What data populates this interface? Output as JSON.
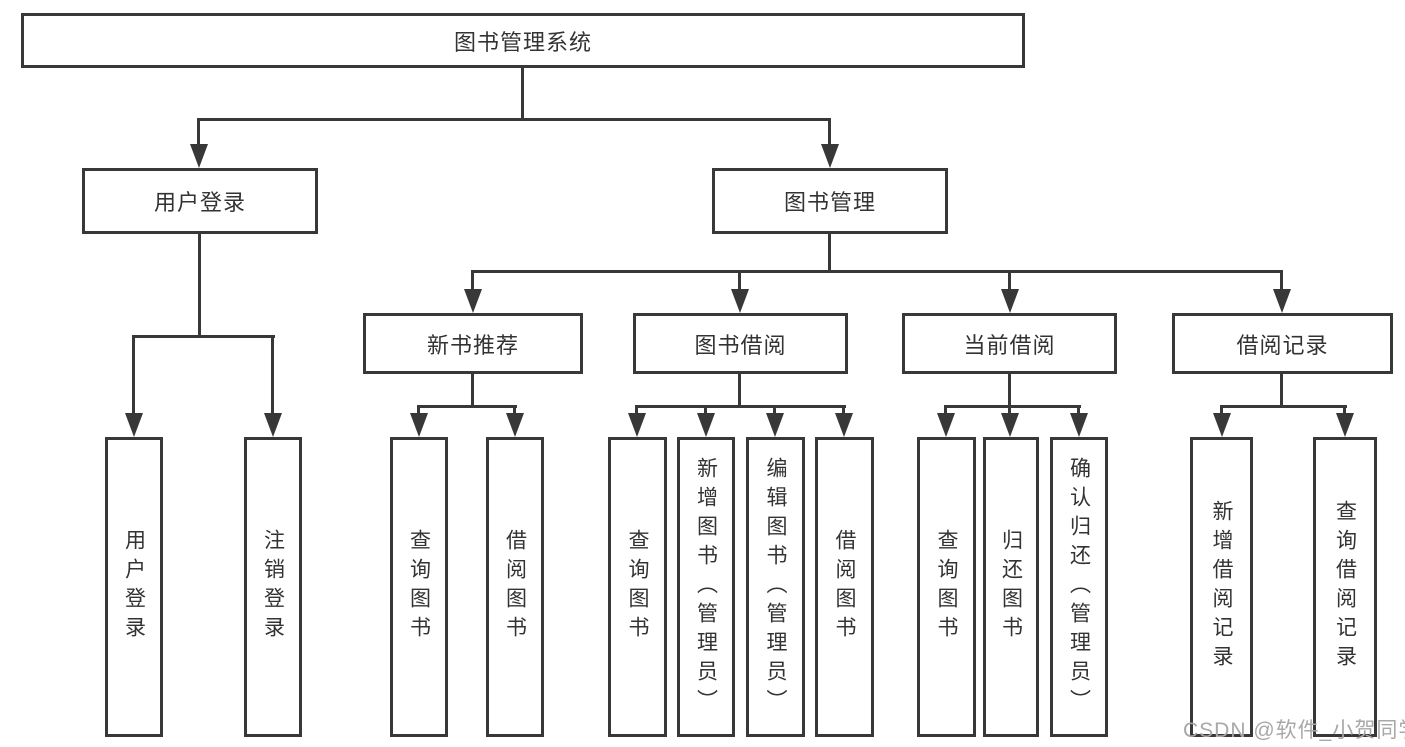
{
  "diagram": {
    "title": "图书管理系统",
    "level2": [
      {
        "label": "用户登录"
      },
      {
        "label": "图书管理"
      }
    ],
    "level3": [
      {
        "label": "新书推荐"
      },
      {
        "label": "图书借阅"
      },
      {
        "label": "当前借阅"
      },
      {
        "label": "借阅记录"
      }
    ],
    "leaves": [
      {
        "label": "用户登录"
      },
      {
        "label": "注销登录"
      },
      {
        "label": "查询图书"
      },
      {
        "label": "借阅图书"
      },
      {
        "label": "查询图书"
      },
      {
        "label": "新增图书（管理员）"
      },
      {
        "label": "编辑图书（管理员）"
      },
      {
        "label": "借阅图书"
      },
      {
        "label": "查询图书"
      },
      {
        "label": "归还图书"
      },
      {
        "label": "确认归还（管理员）"
      },
      {
        "label": "新增借阅记录"
      },
      {
        "label": "查询借阅记录"
      }
    ]
  },
  "watermark": "CSDN @软件_小贺同学",
  "colors": {
    "line": "#383838",
    "text": "#333333",
    "watermark": "#a8a8a8",
    "background": "#ffffff"
  }
}
